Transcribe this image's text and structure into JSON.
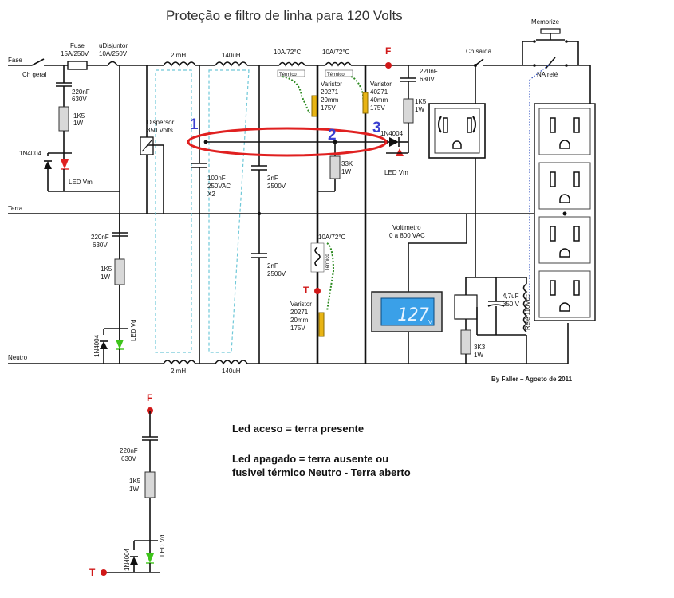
{
  "title": "Proteção e filtro de linha para 120 Volts",
  "labels": {
    "fase": "Fase",
    "ch_geral": "Ch geral",
    "terra": "Terra",
    "neutro": "Neutro",
    "fuse": "Fuse",
    "fuse_rating": "15A/250V",
    "udisjuntor": "uDisjuntor",
    "udisjuntor_rating": "10A/250V",
    "ind_2mh_top": "2 mH",
    "ind_140uh_top": "140uH",
    "ind_2mh_bot": "2 mH",
    "ind_140uh_bot": "140uH",
    "termico_1": "10A/72°C",
    "termico_2": "10A/72°C",
    "termico_3": "10A/72°C",
    "termico_tag": "Térmico",
    "f_top": "F",
    "ch_saida": "Ch saída",
    "memorize": "Memorize",
    "na_rele": "NA relé",
    "cap_220nf_1": "220nF",
    "cap_630v_1": "630V",
    "res_1k5_1": "1K5",
    "res_1w_1": "1W",
    "diode_1n4004_1": "1N4004",
    "led_vm_1": "LED Vm",
    "dispersor": "Dispersor",
    "dispersor_v": "350 Volts",
    "cap_100nf": "100nF",
    "cap_250vac": "250VAC",
    "cap_x2": "X2",
    "cap_2nf_1": "2nF",
    "cap_2500v_1": "2500V",
    "cap_2nf_2": "2nF",
    "cap_2500v_2": "2500V",
    "varistor_1_name": "Varistor",
    "varistor_1_model": "20271",
    "varistor_1_size": "20mm",
    "varistor_1_v": "175V",
    "varistor_2_name": "Varistor",
    "varistor_2_model": "40271",
    "varistor_2_size": "40mm",
    "varistor_2_v": "175V",
    "varistor_3_name": "Varistor",
    "varistor_3_model": "20271",
    "varistor_3_size": "20mm",
    "varistor_3_v": "175V",
    "cap_220nf_2": "220nF",
    "cap_630v_2": "630V",
    "res_1k5_2": "1K5",
    "res_1w_2": "1W",
    "diode_1n4004_2": "1N4004",
    "led_vm_2": "LED Vm",
    "res_33k": "33K",
    "res_33k_w": "1W",
    "cap_220nf_3": "220nF",
    "cap_630v_3": "630V",
    "res_1k5_3": "1K5",
    "res_1w_3": "1W",
    "diode_1n4004_3": "1N4004",
    "led_vd_1": "LED Vd",
    "t_label": "T",
    "voltimetro": "Voltimetro",
    "voltimetro_range": "0 a 800 VAC",
    "voltimetro_reading": "127",
    "voltimetro_unit": "V",
    "cap_4u7": "4,7uF",
    "cap_350v": "350 V",
    "res_3k3": "3K3",
    "res_3k3_w": "1W",
    "rele": "Relé 110Vcc",
    "credit": "By Faller – Agosto de 2011",
    "marker_1": "1",
    "marker_2": "2",
    "marker_3": "3",
    "inset_f": "F",
    "inset_cap": "220nF",
    "inset_cap_v": "630V",
    "inset_res": "1K5",
    "inset_res_w": "1W",
    "inset_diode": "1N4004",
    "inset_led": "LED Vd",
    "inset_t": "T"
  },
  "notes": {
    "line1": "Led aceso = terra presente",
    "line2": "Led apagado = terra ausente ou",
    "line3": "fusivel térmico Neutro - Terra aberto"
  },
  "colors": {
    "wire": "#111111",
    "red_highlight": "#e02020",
    "marker_blue": "#3a3fd0",
    "varistor": "#e8b414",
    "thermal_dash": "#2e8b22",
    "inductor_core": "#6fc8d8",
    "lcd_bg": "#3aa0e8"
  }
}
